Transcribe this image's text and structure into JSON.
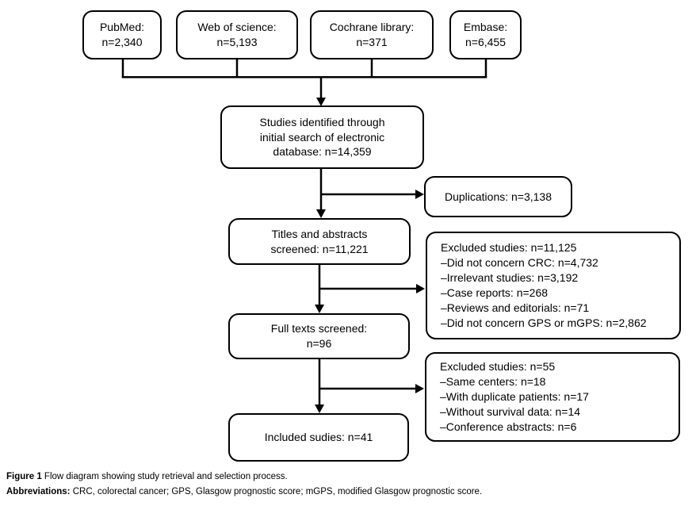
{
  "figure": {
    "type": "flow-diagram",
    "colors": {
      "line": "#000000",
      "text": "#000000",
      "background": "#ffffff"
    },
    "boxes": {
      "pubmed": {
        "line1": "PubMed:",
        "line2": "n=2,340"
      },
      "web": {
        "line1": "Web of science:",
        "line2": "n=5,193"
      },
      "cochrane": {
        "line1": "Cochrane library:",
        "line2": "n=371"
      },
      "embase": {
        "line1": "Embase:",
        "line2": "n=6,455"
      },
      "identified": {
        "line1": "Studies identified through",
        "line2": "initial search of electronic",
        "line3": "database: n=14,359"
      },
      "duplications": {
        "line1": "Duplications: n=3,138"
      },
      "titles": {
        "line1": "Titles and abstracts",
        "line2": "screened: n=11,221"
      },
      "excluded1": {
        "lines": [
          "Excluded studies: n=11,125",
          "–Did not concern CRC: n=4,732",
          "–Irrelevant studies: n=3,192",
          "–Case reports: n=268",
          "–Reviews and editorials: n=71",
          "–Did not concern GPS or mGPS: n=2,862"
        ]
      },
      "fulltexts": {
        "line1": "Full texts screened:",
        "line2": "n=96"
      },
      "excluded2": {
        "lines": [
          "Excluded studies: n=55",
          "–Same centers: n=18",
          "–With duplicate patients: n=17",
          "–Without survival data: n=14",
          "–Conference abstracts: n=6"
        ]
      },
      "included": {
        "line1": "Included sudies: n=41"
      }
    },
    "caption": {
      "figure_label": "Figure 1",
      "figure_text": " Flow diagram showing study retrieval and selection process.",
      "abbrev_label": "Abbreviations:",
      "abbrev_text": " CRC, colorectal cancer; GPS, Glasgow prognostic score; mGPS, modified Glasgow prognostic score."
    }
  }
}
